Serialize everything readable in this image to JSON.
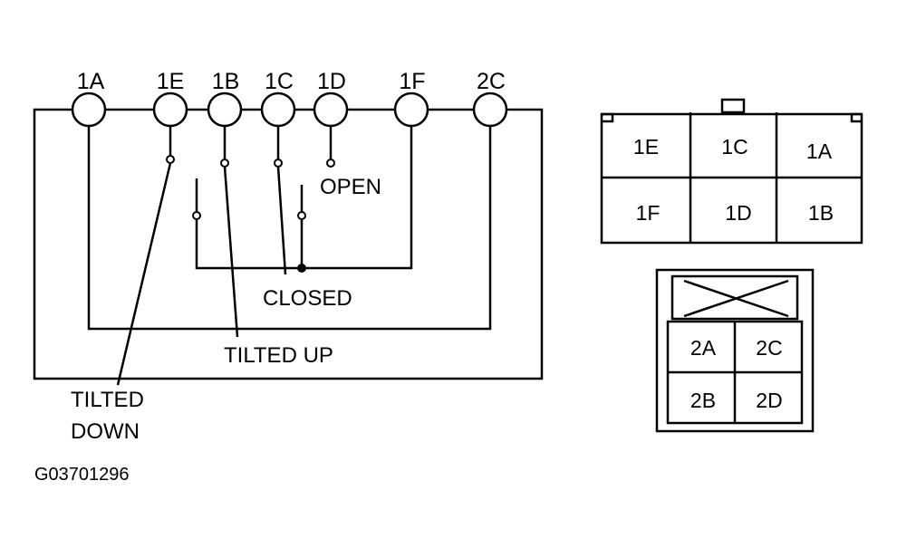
{
  "switch": {
    "terminals": [
      "1A",
      "1E",
      "1B",
      "1C",
      "1D",
      "1F",
      "2C"
    ],
    "positions": {
      "open": "OPEN",
      "closed": "CLOSED",
      "tilted_up": "TILTED UP",
      "tilted_down_line1": "TILTED",
      "tilted_down_line2": "DOWN"
    }
  },
  "connector_1": {
    "rows": [
      [
        "1E",
        "1C",
        "1A"
      ],
      [
        "1F",
        "1D",
        "1B"
      ]
    ]
  },
  "connector_2": {
    "rows": [
      [
        "2A",
        "2C"
      ],
      [
        "2B",
        "2D"
      ]
    ]
  },
  "figure_id": "G03701296",
  "colors": {
    "ink": "#000000",
    "background": "#ffffff"
  }
}
